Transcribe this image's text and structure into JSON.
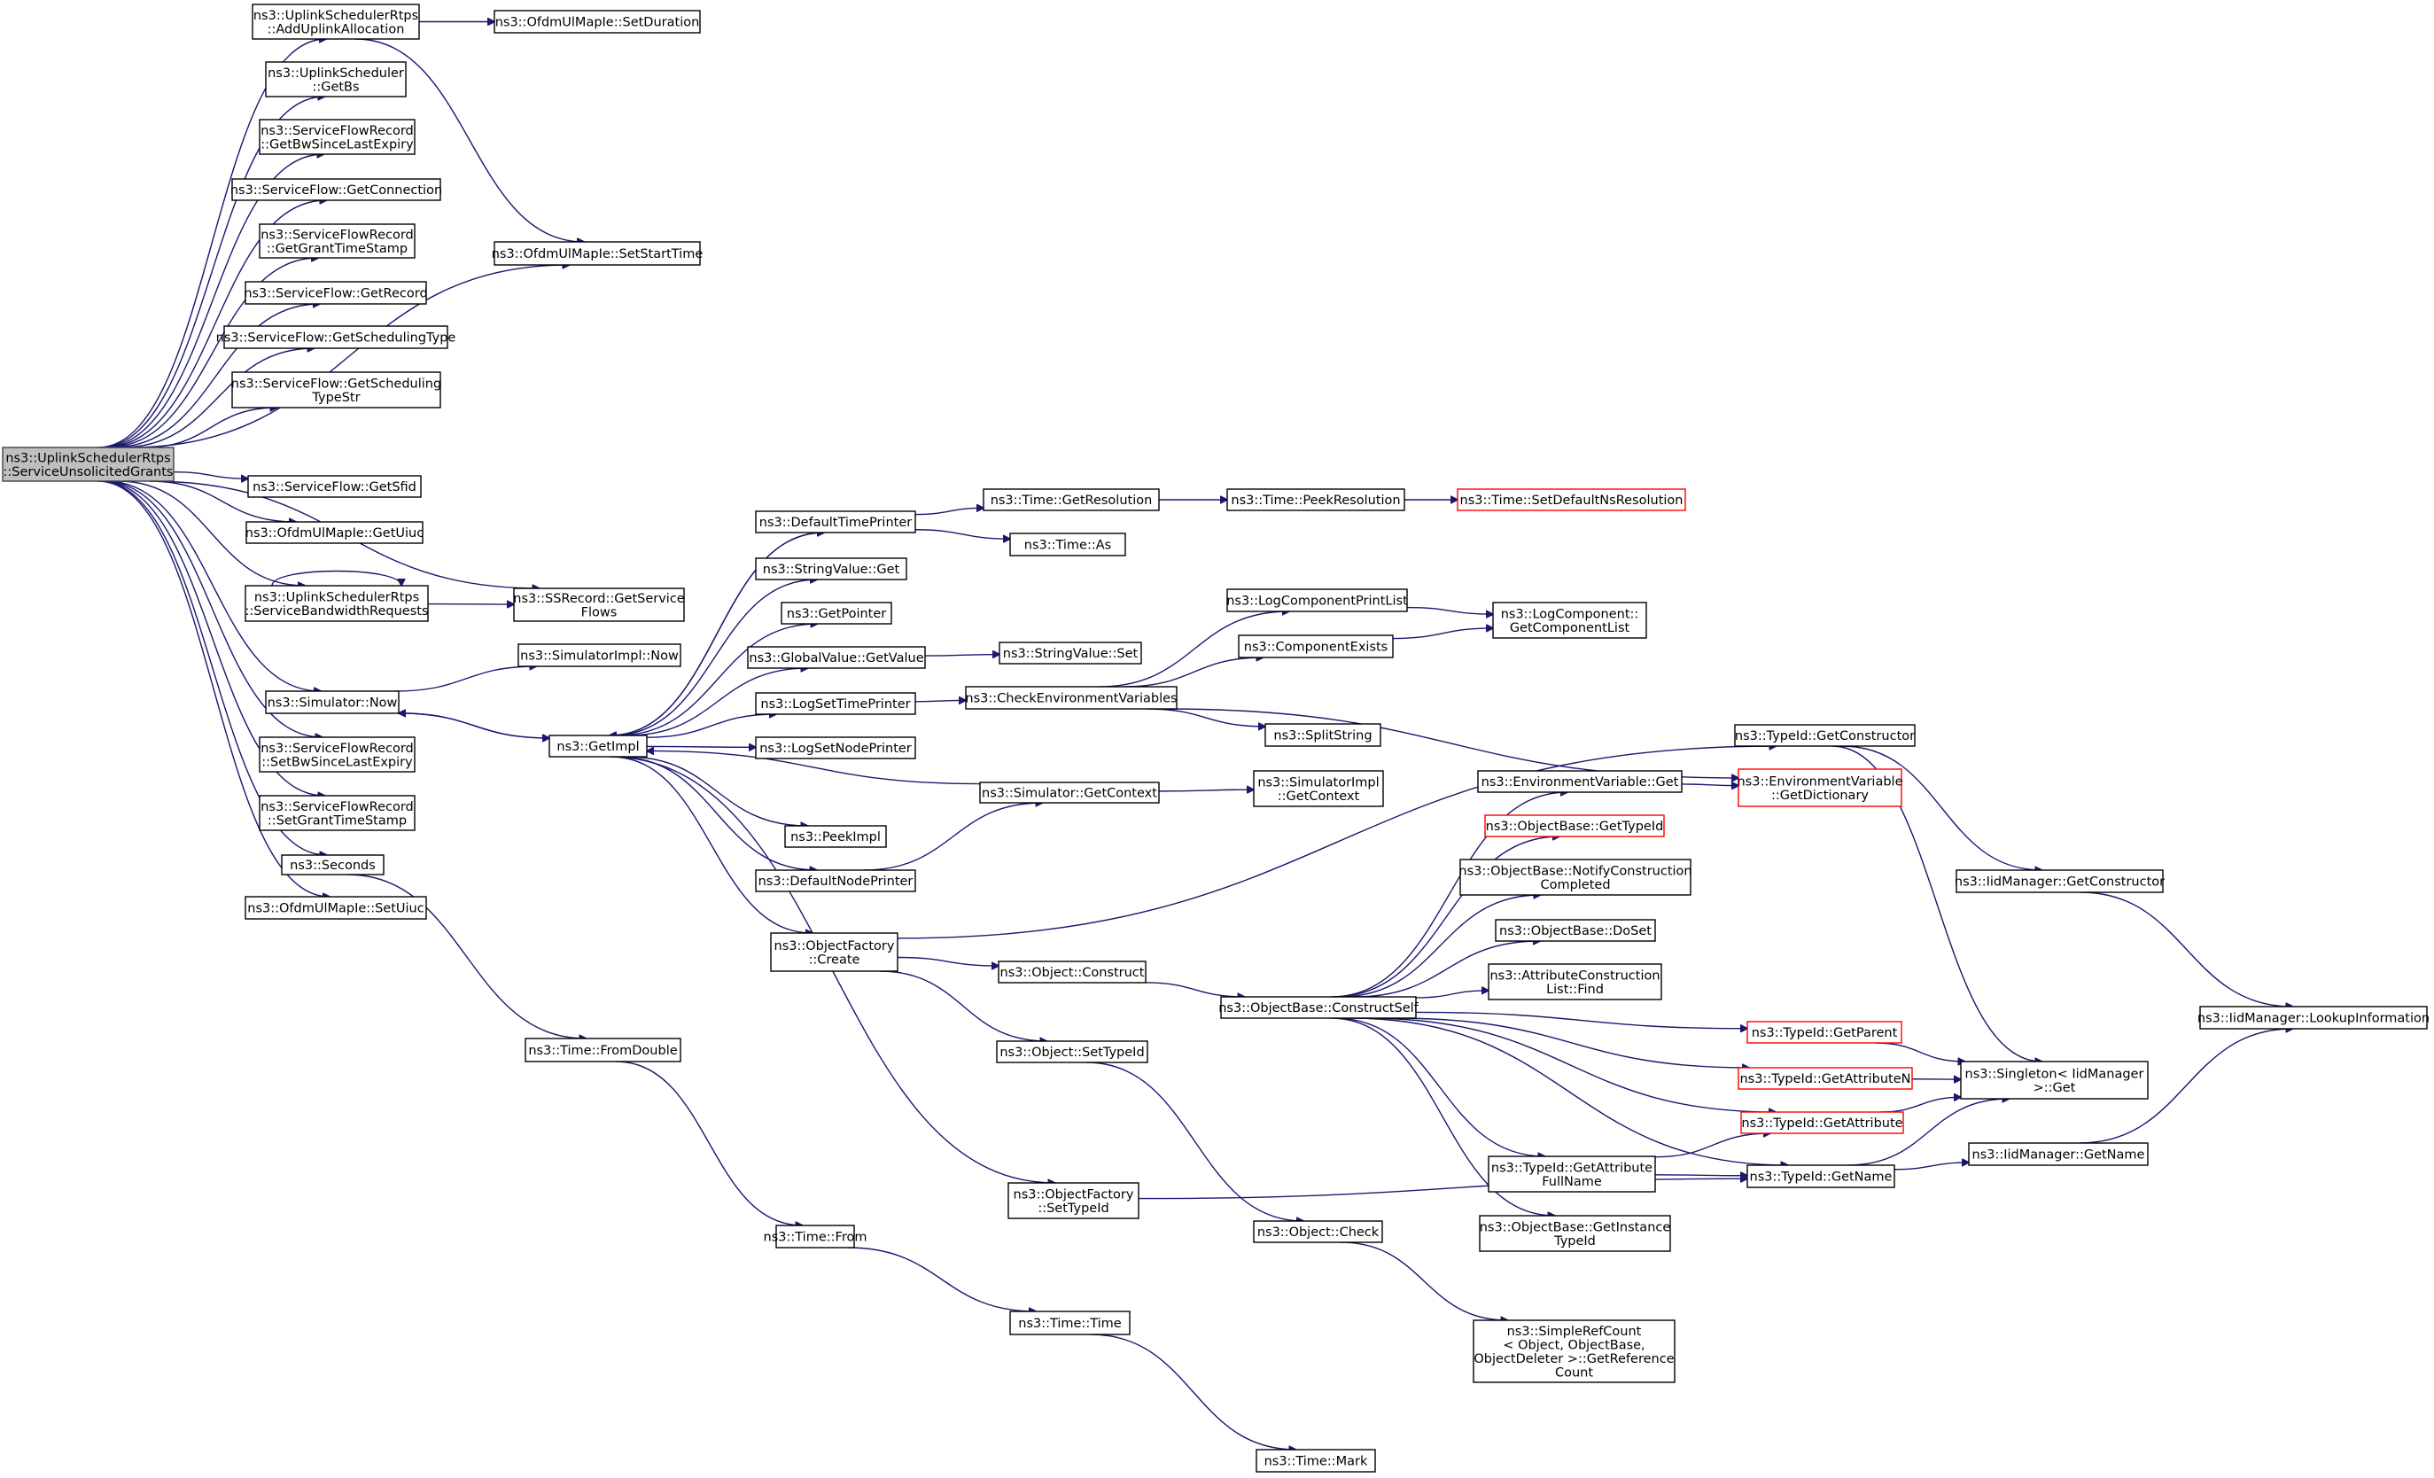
{
  "nodes": [
    {
      "id": "root",
      "lines": [
        "ns3::UplinkSchedulerRtps",
        "::ServiceUnsolicitedGrants"
      ],
      "root": true
    },
    {
      "id": "addUplink",
      "lines": [
        "ns3::UplinkSchedulerRtps",
        "::AddUplinkAllocation"
      ]
    },
    {
      "id": "setDuration",
      "lines": [
        "ns3::OfdmUlMapIe::SetDuration"
      ]
    },
    {
      "id": "getBs",
      "lines": [
        "ns3::UplinkScheduler",
        "::GetBs"
      ]
    },
    {
      "id": "getBwSince",
      "lines": [
        "ns3::ServiceFlowRecord",
        "::GetBwSinceLastExpiry"
      ]
    },
    {
      "id": "getConnection",
      "lines": [
        "ns3::ServiceFlow::GetConnection"
      ]
    },
    {
      "id": "getGrantTS",
      "lines": [
        "ns3::ServiceFlowRecord",
        "::GetGrantTimeStamp"
      ]
    },
    {
      "id": "setStartTime",
      "lines": [
        "ns3::OfdmUlMapIe::SetStartTime"
      ]
    },
    {
      "id": "getRecord",
      "lines": [
        "ns3::ServiceFlow::GetRecord"
      ]
    },
    {
      "id": "getSchedType",
      "lines": [
        "ns3::ServiceFlow::GetSchedulingType"
      ]
    },
    {
      "id": "getSchedTypeStr",
      "lines": [
        "ns3::ServiceFlow::GetScheduling",
        "TypeStr"
      ]
    },
    {
      "id": "getSfid",
      "lines": [
        "ns3::ServiceFlow::GetSfid"
      ]
    },
    {
      "id": "getUiuc",
      "lines": [
        "ns3::OfdmUlMapIe::GetUiuc"
      ]
    },
    {
      "id": "serviceBw",
      "lines": [
        "ns3::UplinkSchedulerRtps",
        "::ServiceBandwidthRequests"
      ]
    },
    {
      "id": "ssGetFlows",
      "lines": [
        "ns3::SSRecord::GetService",
        "Flows"
      ]
    },
    {
      "id": "simNow",
      "lines": [
        "ns3::Simulator::Now"
      ]
    },
    {
      "id": "simImplNow",
      "lines": [
        "ns3::SimulatorImpl::Now"
      ]
    },
    {
      "id": "getImpl",
      "lines": [
        "ns3::GetImpl"
      ]
    },
    {
      "id": "setBwSince",
      "lines": [
        "ns3::ServiceFlowRecord",
        "::SetBwSinceLastExpiry"
      ]
    },
    {
      "id": "setGrantTS",
      "lines": [
        "ns3::ServiceFlowRecord",
        "::SetGrantTimeStamp"
      ]
    },
    {
      "id": "seconds",
      "lines": [
        "ns3::Seconds"
      ]
    },
    {
      "id": "setUiuc",
      "lines": [
        "ns3::OfdmUlMapIe::SetUiuc"
      ]
    },
    {
      "id": "defTimePrinter",
      "lines": [
        "ns3::DefaultTimePrinter"
      ]
    },
    {
      "id": "strValueGet",
      "lines": [
        "ns3::StringValue::Get"
      ]
    },
    {
      "id": "getPointer",
      "lines": [
        "ns3::GetPointer"
      ]
    },
    {
      "id": "globalGetValue",
      "lines": [
        "ns3::GlobalValue::GetValue"
      ]
    },
    {
      "id": "logSetTime",
      "lines": [
        "ns3::LogSetTimePrinter"
      ]
    },
    {
      "id": "logSetNode",
      "lines": [
        "ns3::LogSetNodePrinter"
      ]
    },
    {
      "id": "peekImpl",
      "lines": [
        "ns3::PeekImpl"
      ]
    },
    {
      "id": "defNodePrinter",
      "lines": [
        "ns3::DefaultNodePrinter"
      ]
    },
    {
      "id": "objFactoryCreate",
      "lines": [
        "ns3::ObjectFactory",
        "::Create"
      ]
    },
    {
      "id": "objFactorySetTypeId",
      "lines": [
        "ns3::ObjectFactory",
        "::SetTypeId"
      ]
    },
    {
      "id": "timeFromDouble",
      "lines": [
        "ns3::Time::FromDouble"
      ]
    },
    {
      "id": "timeFrom",
      "lines": [
        "ns3::Time::From"
      ]
    },
    {
      "id": "timeTime",
      "lines": [
        "ns3::Time::Time"
      ]
    },
    {
      "id": "timeMark",
      "lines": [
        "ns3::Time::Mark"
      ]
    },
    {
      "id": "timeGetRes",
      "lines": [
        "ns3::Time::GetResolution"
      ]
    },
    {
      "id": "timeAs",
      "lines": [
        "ns3::Time::As"
      ]
    },
    {
      "id": "timePeekRes",
      "lines": [
        "ns3::Time::PeekResolution"
      ]
    },
    {
      "id": "timeSetDefNs",
      "lines": [
        "ns3::Time::SetDefaultNsResolution"
      ],
      "red": true
    },
    {
      "id": "strValueSet",
      "lines": [
        "ns3::StringValue::Set"
      ]
    },
    {
      "id": "checkEnv",
      "lines": [
        "ns3::CheckEnvironmentVariables"
      ]
    },
    {
      "id": "logCompPrintList",
      "lines": [
        "ns3::LogComponentPrintList"
      ]
    },
    {
      "id": "compExists",
      "lines": [
        "ns3::ComponentExists"
      ]
    },
    {
      "id": "logCompGetList",
      "lines": [
        "ns3::LogComponent::",
        "GetComponentList"
      ]
    },
    {
      "id": "splitString",
      "lines": [
        "ns3::SplitString"
      ]
    },
    {
      "id": "simGetContext",
      "lines": [
        "ns3::Simulator::GetContext"
      ]
    },
    {
      "id": "simImplGetContext",
      "lines": [
        "ns3::SimulatorImpl",
        "::GetContext"
      ]
    },
    {
      "id": "objConstruct",
      "lines": [
        "ns3::Object::Construct"
      ]
    },
    {
      "id": "objSetTypeId",
      "lines": [
        "ns3::Object::SetTypeId"
      ]
    },
    {
      "id": "objCheck",
      "lines": [
        "ns3::Object::Check"
      ]
    },
    {
      "id": "simpleRefCount",
      "lines": [
        "ns3::SimpleRefCount",
        "< Object, ObjectBase,",
        "ObjectDeleter >::GetReference",
        "Count"
      ]
    },
    {
      "id": "objBaseConstructSelf",
      "lines": [
        "ns3::ObjectBase::ConstructSelf"
      ]
    },
    {
      "id": "envVarGet",
      "lines": [
        "ns3::EnvironmentVariable::Get"
      ]
    },
    {
      "id": "envVarGetDict",
      "lines": [
        "ns3::EnvironmentVariable",
        "::GetDictionary"
      ],
      "red": true
    },
    {
      "id": "objBaseGetTypeId",
      "lines": [
        "ns3::ObjectBase::GetTypeId"
      ],
      "red": true
    },
    {
      "id": "objBaseNotify",
      "lines": [
        "ns3::ObjectBase::NotifyConstruction",
        "Completed"
      ]
    },
    {
      "id": "objBaseDoSet",
      "lines": [
        "ns3::ObjectBase::DoSet"
      ]
    },
    {
      "id": "attrConstrFind",
      "lines": [
        "ns3::AttributeConstruction",
        "List::Find"
      ]
    },
    {
      "id": "typeIdGetConstructor",
      "lines": [
        "ns3::TypeId::GetConstructor"
      ]
    },
    {
      "id": "typeIdGetParent",
      "lines": [
        "ns3::TypeId::GetParent"
      ],
      "red": true
    },
    {
      "id": "typeIdGetAttrN",
      "lines": [
        "ns3::TypeId::GetAttributeN"
      ],
      "red": true
    },
    {
      "id": "typeIdGetAttr",
      "lines": [
        "ns3::TypeId::GetAttribute"
      ],
      "red": true
    },
    {
      "id": "typeIdGetAttrFull",
      "lines": [
        "ns3::TypeId::GetAttribute",
        "FullName"
      ]
    },
    {
      "id": "typeIdGetName",
      "lines": [
        "ns3::TypeId::GetName"
      ]
    },
    {
      "id": "objBaseGetInstance",
      "lines": [
        "ns3::ObjectBase::GetInstance",
        "TypeId"
      ]
    },
    {
      "id": "iidMgrGetConstructor",
      "lines": [
        "ns3::IidManager::GetConstructor"
      ]
    },
    {
      "id": "iidMgrGetName",
      "lines": [
        "ns3::IidManager::GetName"
      ]
    },
    {
      "id": "singletonGet",
      "lines": [
        "ns3::Singleton< IidManager",
        ">::Get"
      ]
    },
    {
      "id": "iidMgrLookup",
      "lines": [
        "ns3::IidManager::LookupInformation"
      ]
    }
  ],
  "edges": [
    [
      "root",
      "addUplink"
    ],
    [
      "root",
      "getBs"
    ],
    [
      "root",
      "getBwSince"
    ],
    [
      "root",
      "getConnection"
    ],
    [
      "root",
      "getGrantTS"
    ],
    [
      "root",
      "getRecord"
    ],
    [
      "root",
      "getSchedType"
    ],
    [
      "root",
      "getSchedTypeStr"
    ],
    [
      "root",
      "setStartTime"
    ],
    [
      "root",
      "getSfid"
    ],
    [
      "root",
      "getUiuc"
    ],
    [
      "root",
      "serviceBw"
    ],
    [
      "root",
      "ssGetFlows"
    ],
    [
      "root",
      "simNow"
    ],
    [
      "root",
      "setBwSince"
    ],
    [
      "root",
      "setGrantTS"
    ],
    [
      "root",
      "seconds"
    ],
    [
      "root",
      "setUiuc"
    ],
    [
      "addUplink",
      "setDuration"
    ],
    [
      "addUplink",
      "setStartTime"
    ],
    [
      "serviceBw",
      "serviceBw"
    ],
    [
      "serviceBw",
      "ssGetFlows"
    ],
    [
      "simNow",
      "simImplNow"
    ],
    [
      "simNow",
      "getImpl"
    ],
    [
      "getImpl",
      "simNow"
    ],
    [
      "getImpl",
      "defTimePrinter"
    ],
    [
      "getImpl",
      "strValueGet"
    ],
    [
      "getImpl",
      "getPointer"
    ],
    [
      "getImpl",
      "globalGetValue"
    ],
    [
      "getImpl",
      "logSetTime"
    ],
    [
      "getImpl",
      "logSetNode"
    ],
    [
      "getImpl",
      "peekImpl"
    ],
    [
      "getImpl",
      "defNodePrinter"
    ],
    [
      "getImpl",
      "objFactoryCreate"
    ],
    [
      "getImpl",
      "objFactorySetTypeId"
    ],
    [
      "defTimePrinter",
      "getImpl"
    ],
    [
      "defTimePrinter",
      "timeGetRes"
    ],
    [
      "defTimePrinter",
      "timeAs"
    ],
    [
      "timeGetRes",
      "timePeekRes"
    ],
    [
      "timePeekRes",
      "timeSetDefNs"
    ],
    [
      "globalGetValue",
      "strValueSet"
    ],
    [
      "logSetTime",
      "checkEnv"
    ],
    [
      "checkEnv",
      "logCompPrintList"
    ],
    [
      "checkEnv",
      "compExists"
    ],
    [
      "checkEnv",
      "splitString"
    ],
    [
      "checkEnv",
      "envVarGetDict"
    ],
    [
      "logCompPrintList",
      "logCompGetList"
    ],
    [
      "compExists",
      "logCompGetList"
    ],
    [
      "simGetContext",
      "getImpl"
    ],
    [
      "simGetContext",
      "simImplGetContext"
    ],
    [
      "defNodePrinter",
      "simGetContext"
    ],
    [
      "objFactoryCreate",
      "objConstruct"
    ],
    [
      "objFactoryCreate",
      "objSetTypeId"
    ],
    [
      "objFactoryCreate",
      "typeIdGetConstructor"
    ],
    [
      "objConstruct",
      "objBaseConstructSelf"
    ],
    [
      "objSetTypeId",
      "objCheck"
    ],
    [
      "objCheck",
      "simpleRefCount"
    ],
    [
      "objFactorySetTypeId",
      "typeIdGetName"
    ],
    [
      "seconds",
      "timeFromDouble"
    ],
    [
      "timeFromDouble",
      "timeFrom"
    ],
    [
      "timeFrom",
      "timeTime"
    ],
    [
      "timeTime",
      "timeMark"
    ],
    [
      "objBaseConstructSelf",
      "envVarGet"
    ],
    [
      "objBaseConstructSelf",
      "objBaseGetTypeId"
    ],
    [
      "objBaseConstructSelf",
      "objBaseNotify"
    ],
    [
      "objBaseConstructSelf",
      "objBaseDoSet"
    ],
    [
      "objBaseConstructSelf",
      "attrConstrFind"
    ],
    [
      "objBaseConstructSelf",
      "typeIdGetParent"
    ],
    [
      "objBaseConstructSelf",
      "typeIdGetAttrN"
    ],
    [
      "objBaseConstructSelf",
      "typeIdGetAttr"
    ],
    [
      "objBaseConstructSelf",
      "typeIdGetAttrFull"
    ],
    [
      "objBaseConstructSelf",
      "objBaseGetInstance"
    ],
    [
      "objBaseConstructSelf",
      "typeIdGetName"
    ],
    [
      "envVarGet",
      "envVarGetDict"
    ],
    [
      "typeIdGetAttrFull",
      "typeIdGetAttr"
    ],
    [
      "typeIdGetAttrFull",
      "typeIdGetName"
    ],
    [
      "typeIdGetConstructor",
      "iidMgrGetConstructor"
    ],
    [
      "typeIdGetConstructor",
      "singletonGet"
    ],
    [
      "typeIdGetParent",
      "singletonGet"
    ],
    [
      "typeIdGetAttrN",
      "singletonGet"
    ],
    [
      "typeIdGetAttr",
      "singletonGet"
    ],
    [
      "typeIdGetName",
      "singletonGet"
    ],
    [
      "typeIdGetName",
      "iidMgrGetName"
    ],
    [
      "iidMgrGetConstructor",
      "iidMgrLookup"
    ],
    [
      "iidMgrGetName",
      "iidMgrLookup"
    ]
  ]
}
